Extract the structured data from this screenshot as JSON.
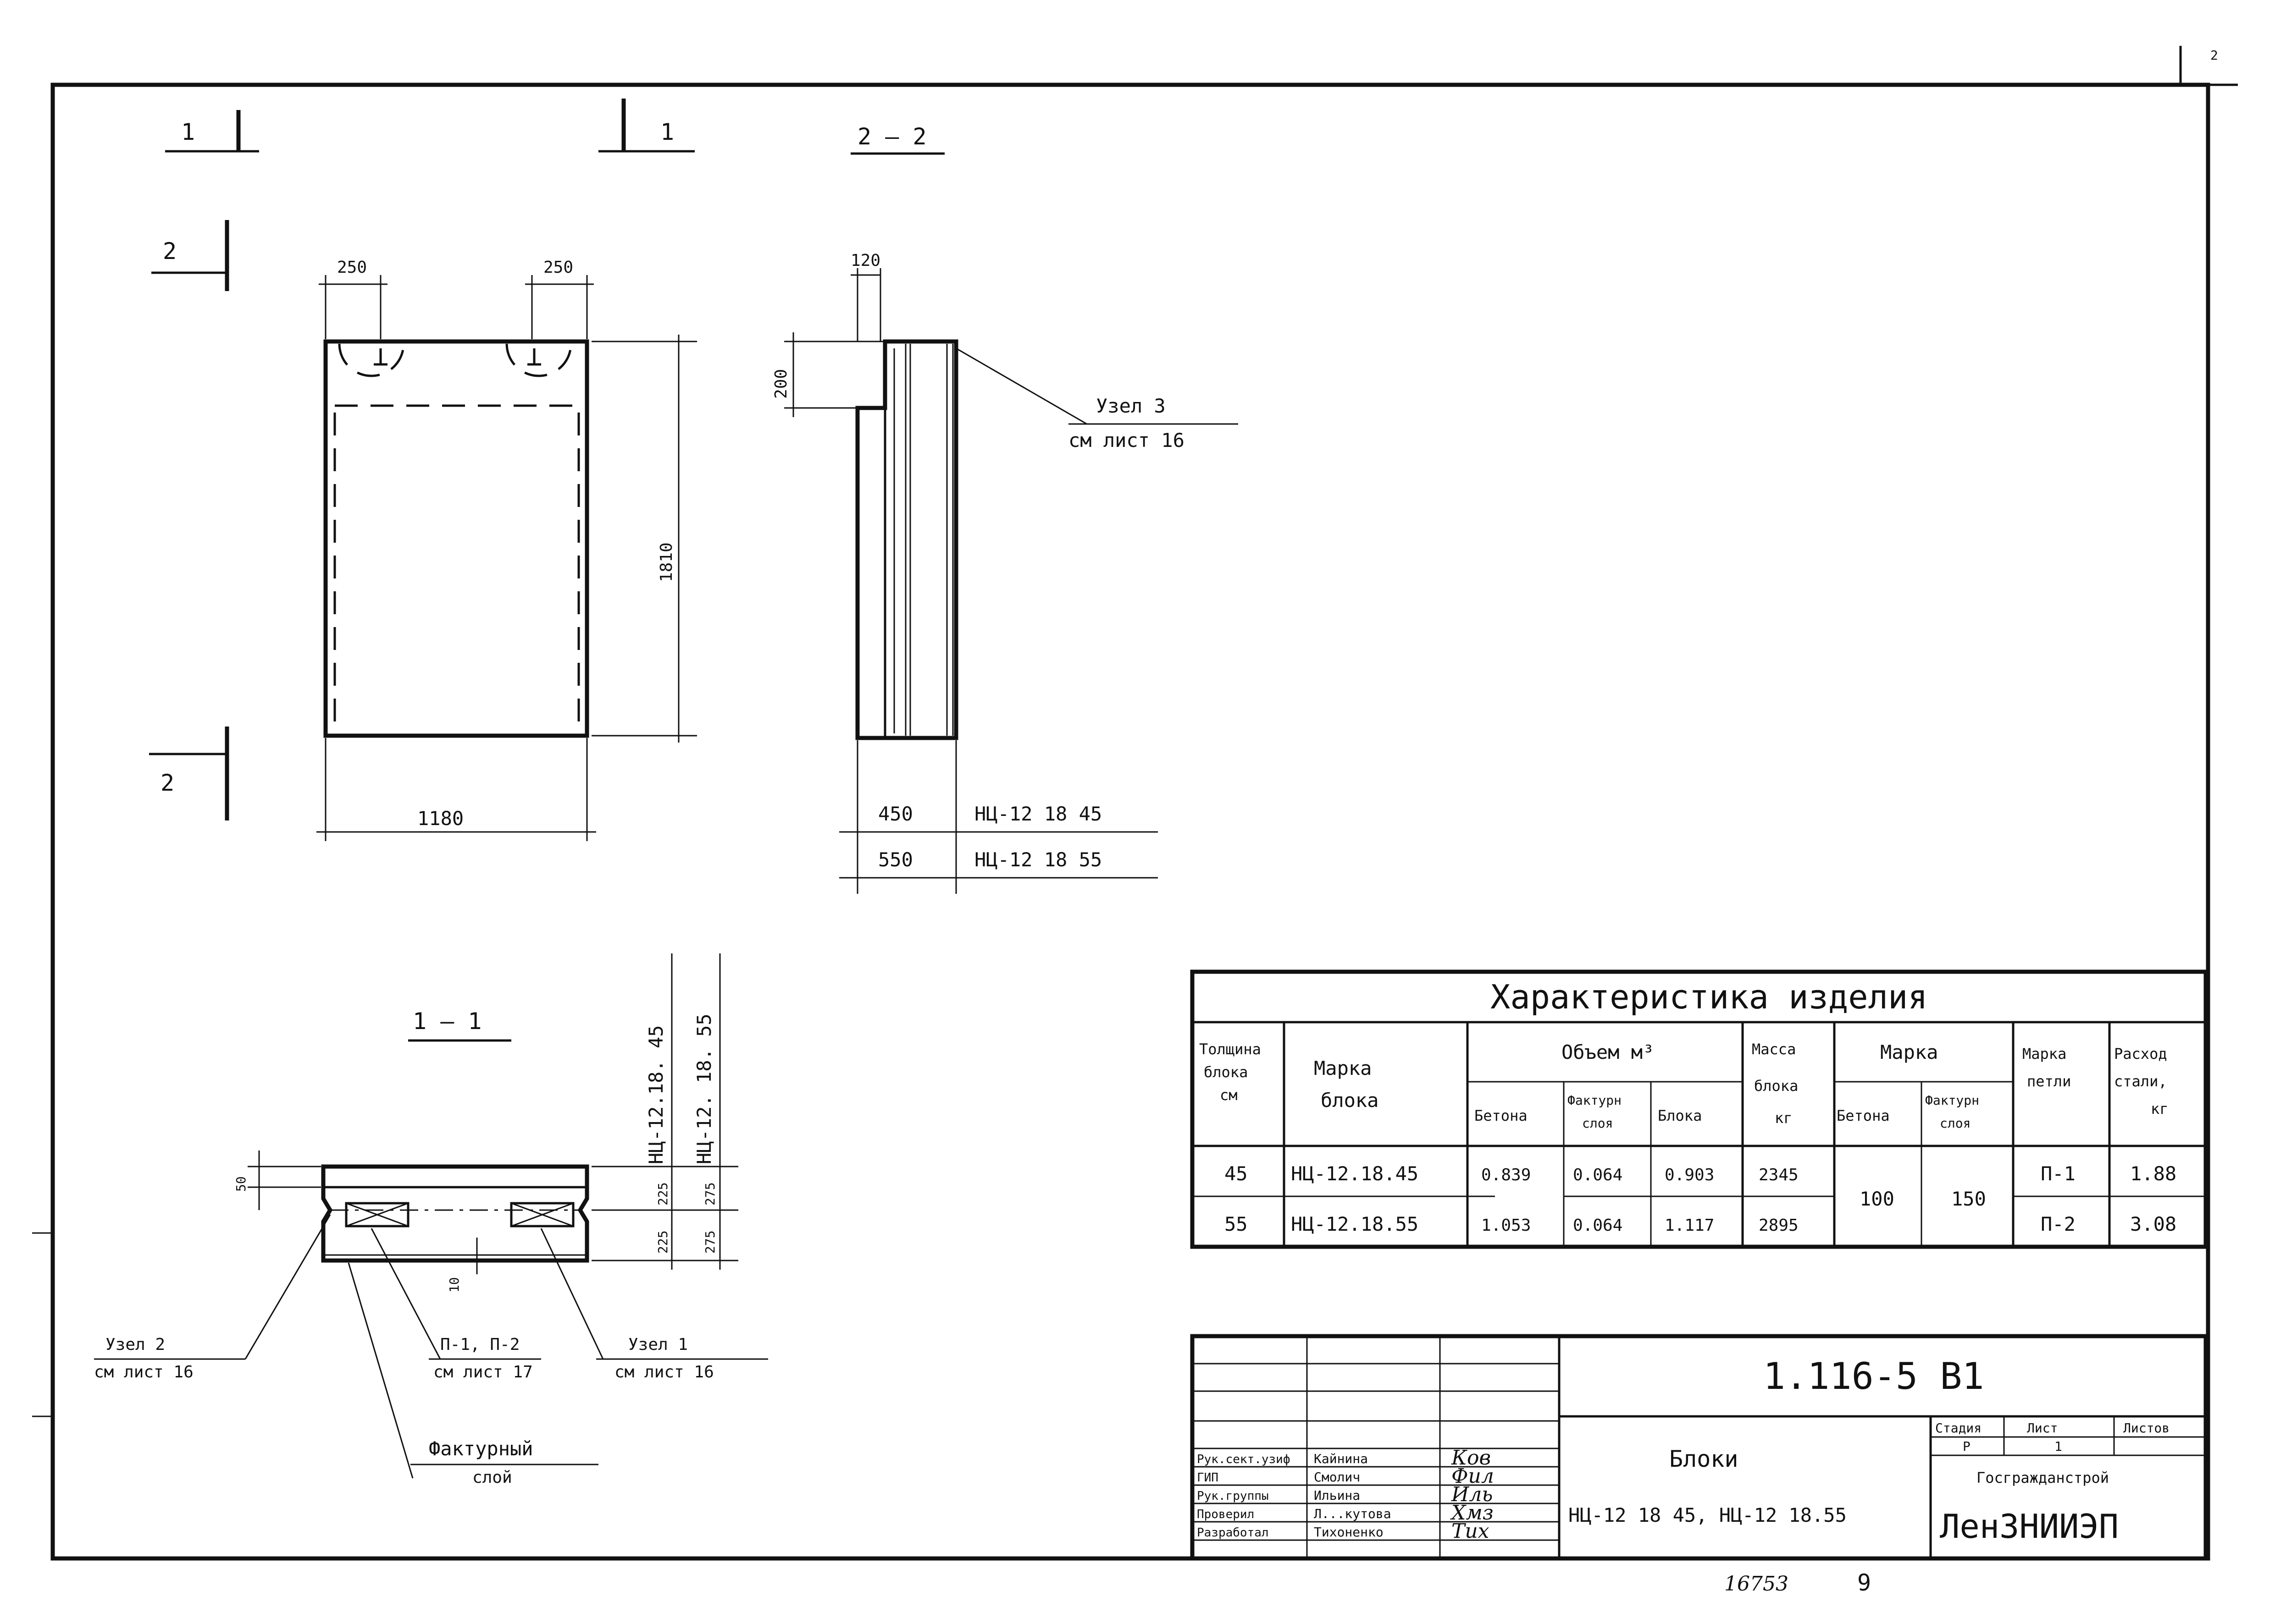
{
  "page": {
    "corner_mark": "2",
    "footer_number": "16753",
    "footer_page": "9"
  },
  "section_marks": {
    "left_cut": "1",
    "right_cut": "1",
    "view_2_top": "2",
    "view_2_bottom": "2",
    "section_title_2_2": "2 — 2",
    "section_title_1_1": "1 — 1"
  },
  "front_view": {
    "dim_left_loop": "250",
    "dim_right_loop": "250",
    "dim_height": "1810",
    "dim_width": "1180"
  },
  "side_view": {
    "dim_top": "120",
    "dim_step": "200",
    "node_ref_title": "Узел 3",
    "node_ref_sheet": "см лист 16",
    "thickness_rows": [
      {
        "thickness": "450",
        "mark": "НЦ-12 18 45"
      },
      {
        "thickness": "550",
        "mark": "НЦ-12 18 55"
      }
    ]
  },
  "section_1_1": {
    "vertical_mark_45": "НЦ-12.18. 45",
    "vertical_mark_55": "НЦ-12. 18. 55",
    "dim_top": "50",
    "dim_225_a": "225",
    "dim_225_b": "225",
    "dim_275_a": "275",
    "dim_275_b": "275",
    "dim_10": "10",
    "callout_node2_title": "Узел 2",
    "callout_node2_sheet": "см лист 16",
    "callout_loops_title": "П-1, П-2",
    "callout_loops_sheet": "см лист 17",
    "callout_node1_title": "Узел 1",
    "callout_node1_sheet": "см лист 16",
    "callout_facing_title": "Фактурный",
    "callout_facing_sub": "слой"
  },
  "spec_table": {
    "title": "Характеристика изделия",
    "headers": {
      "thickness": [
        "Толщина",
        "блока",
        "см"
      ],
      "mark": [
        "Марка",
        "блока"
      ],
      "volume": "Объем м³",
      "volume_concrete": "Бетона",
      "volume_facing": [
        "Фактурн",
        "слоя"
      ],
      "volume_block": "Блока",
      "mass": [
        "Масса",
        "блока",
        "кг"
      ],
      "grade": "Марка",
      "grade_concrete": "Бетона",
      "grade_facing": [
        "Фактурн",
        "слоя"
      ],
      "loop_mark": [
        "Марка",
        "петли"
      ],
      "steel": [
        "Расход",
        "стали,",
        "кг"
      ]
    },
    "rows": [
      {
        "thickness": "45",
        "mark": "НЦ-12.18.45",
        "concrete": "0.839",
        "facing": "0.064",
        "block": "0.903",
        "mass": "2345",
        "loop": "П-1",
        "steel": "1.88"
      },
      {
        "thickness": "55",
        "mark": "НЦ-12.18.55",
        "concrete": "1.053",
        "facing": "0.064",
        "block": "1.117",
        "mass": "2895",
        "loop": "П-2",
        "steel": "3.08"
      }
    ],
    "grade_concrete_value": "100",
    "grade_facing_value": "150"
  },
  "title_block": {
    "code": "1.116-5 В1",
    "name": "Блоки",
    "marks": "НЦ-12 18 45, НЦ-12 18.55",
    "stage_label": "Стадия",
    "sheet_label": "Лист",
    "sheets_label": "Листов",
    "stage_value": "Р",
    "sheet_value": "1",
    "org_parent": "Госгражданстрой",
    "org_name": "ЛенЗНИИЭП",
    "roles": [
      {
        "role": "Рук.сект.узиф",
        "name": "Кайнина",
        "sign": "Ков"
      },
      {
        "role": "ГИП",
        "name": "Смолич",
        "sign": "Фил"
      },
      {
        "role": "Рук.группы",
        "name": "Ильина",
        "sign": "Иль"
      },
      {
        "role": "Проверил",
        "name": "Л...кутова",
        "sign": "Хмз"
      },
      {
        "role": "Разработал",
        "name": "Тихоненко",
        "sign": "Тих"
      }
    ]
  }
}
